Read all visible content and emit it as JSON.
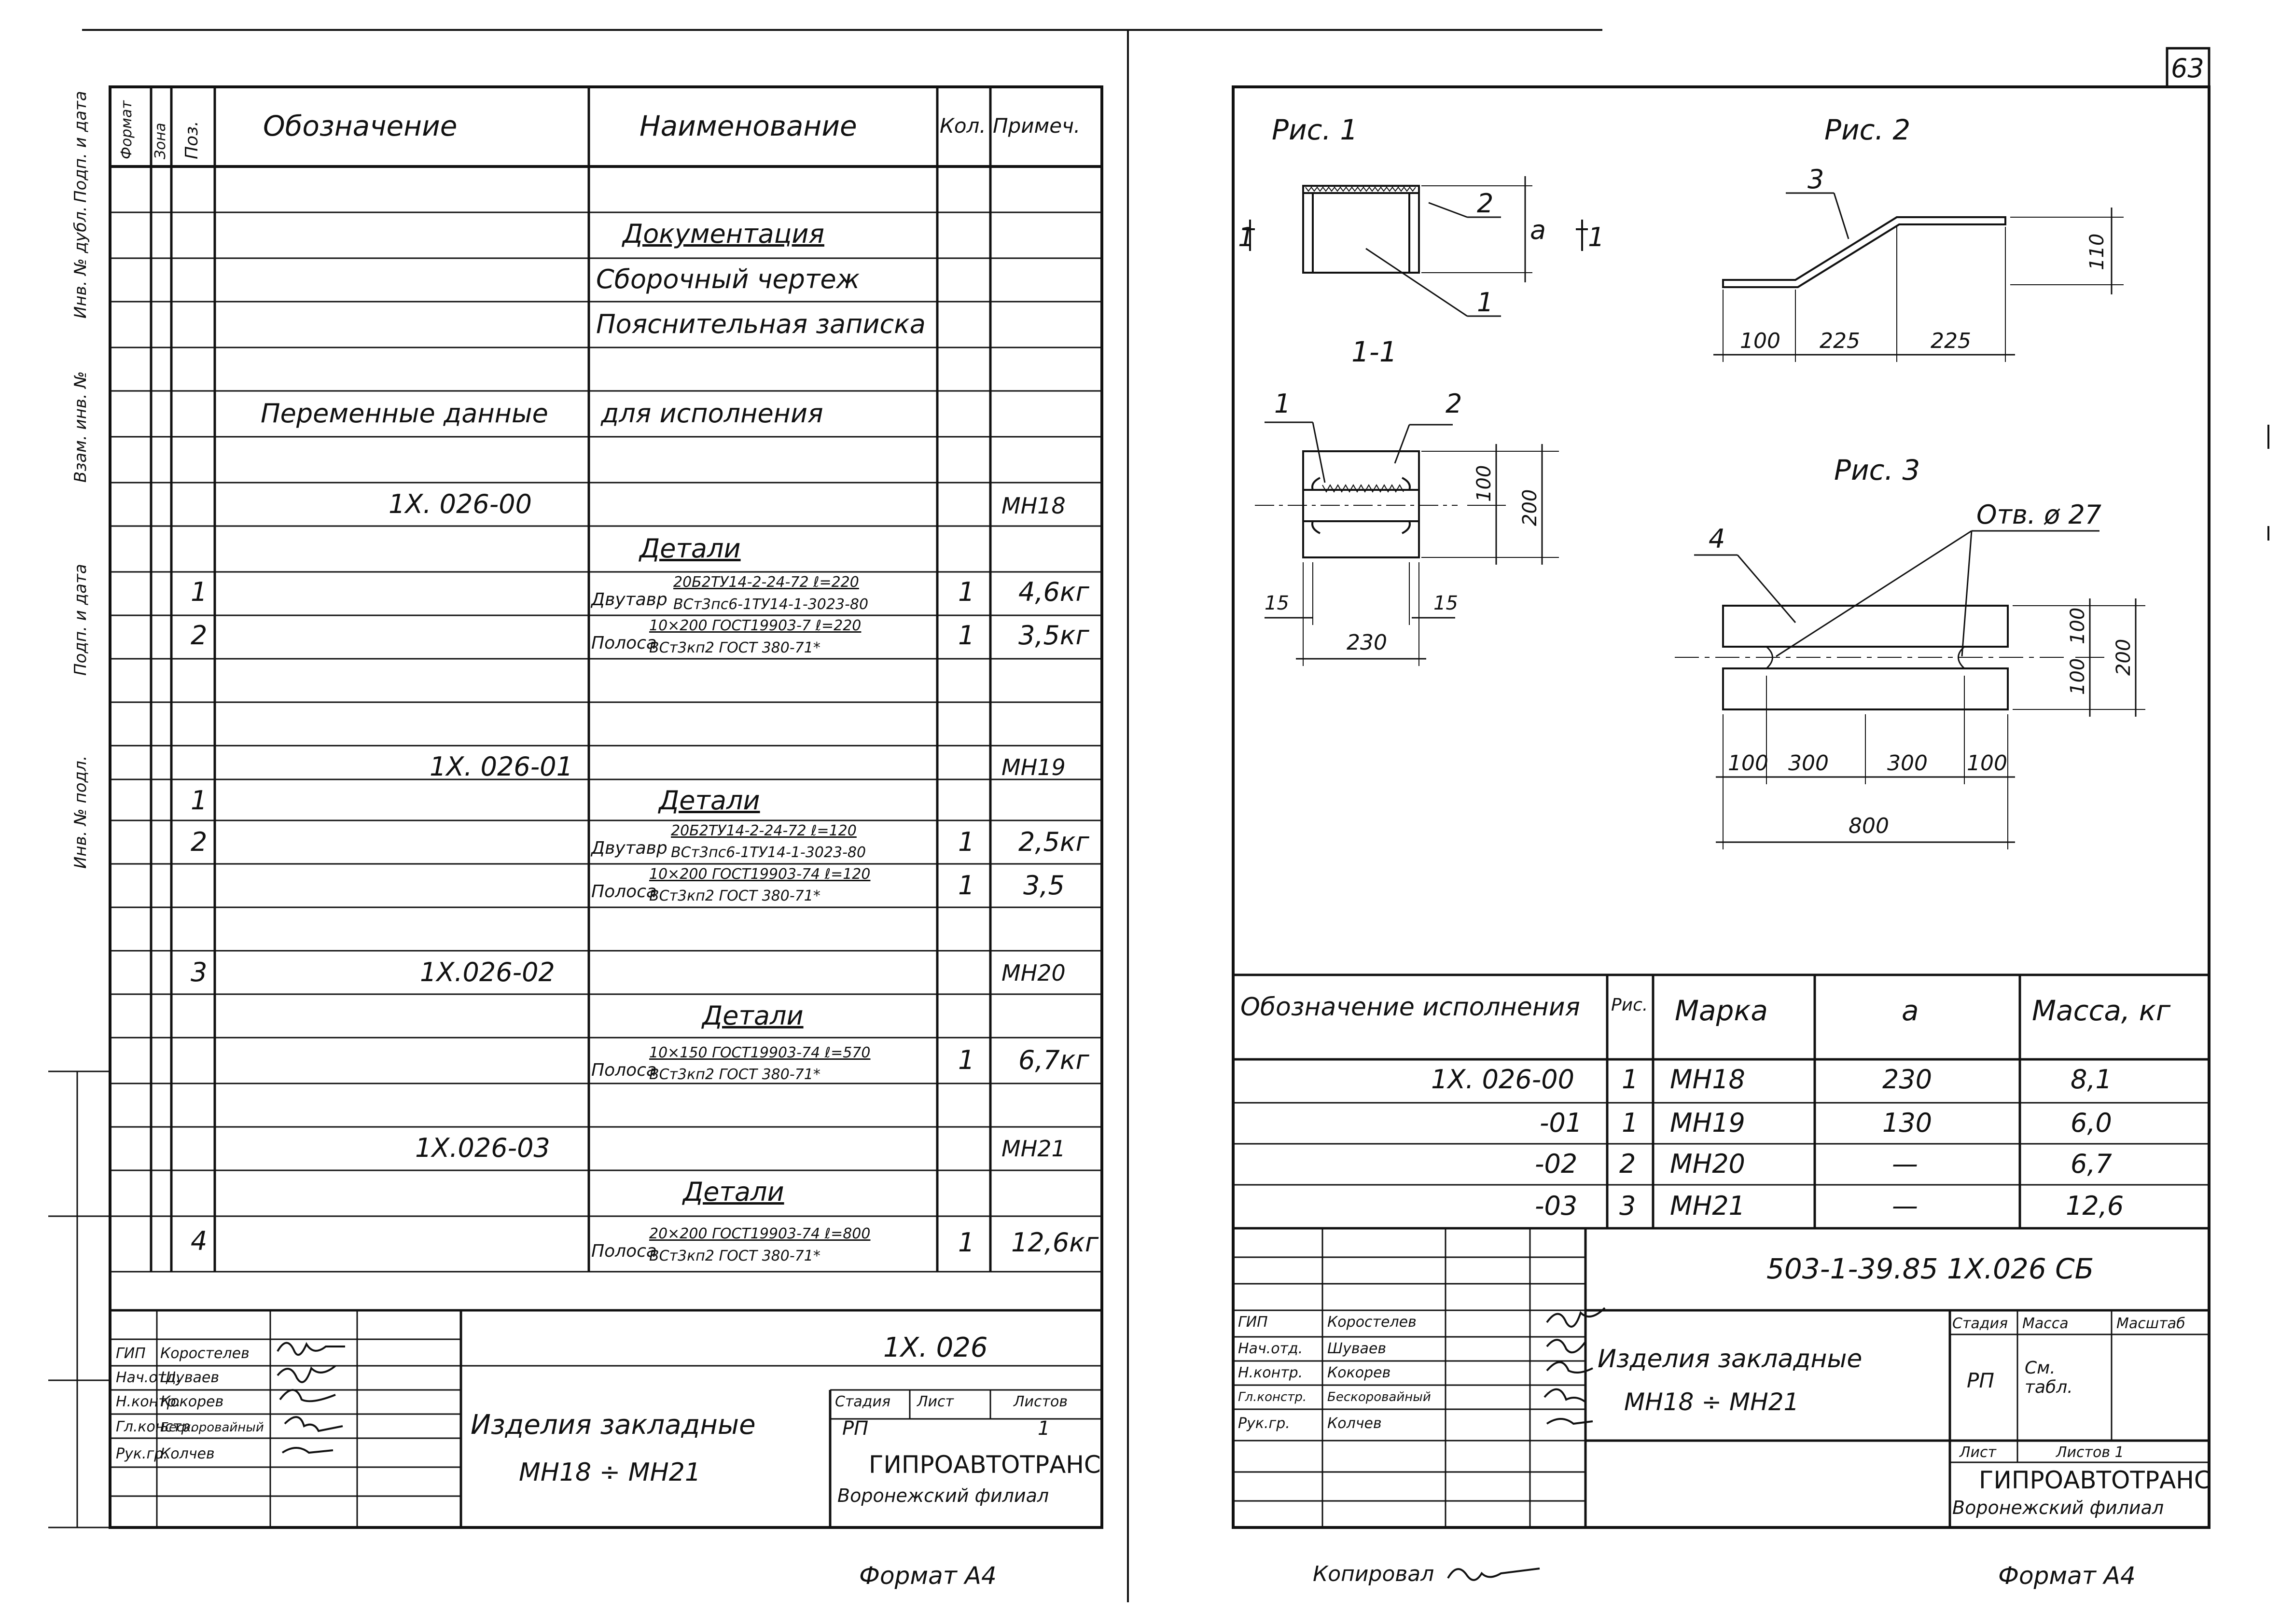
{
  "page_number": "63",
  "left_sheet": {
    "header": {
      "format": "Формат",
      "zone": "Зона",
      "pos": "Поз.",
      "designation": "Обозначение",
      "name": "Наименование",
      "qty": "Кол.",
      "note": "Примеч."
    },
    "rows": {
      "documentation": "Документация",
      "assembly_drawing": "Сборочный чертеж",
      "explanatory_note": "Пояснительная записка",
      "variable_data_left": "Переменные данные",
      "variable_data_right": "для исполнения",
      "v00_code": "1Х. 026-00",
      "v00_mark": "МН18",
      "v00_details": "Детали",
      "v00_p1_pos": "1",
      "v00_p1_type": "Двутавр",
      "v00_p1_top": "20Б2ТУ14-2-24-72 ℓ=220",
      "v00_p1_bottom": "ВСт3пс6-1ТУ14-1-3023-80",
      "v00_p1_qty": "1",
      "v00_p1_mass": "4,6кг",
      "v00_p2_pos": "2",
      "v00_p2_type": "Полоса",
      "v00_p2_top": "10×200 ГОСТ19903-7 ℓ=220",
      "v00_p2_bottom": "ВСт3кп2 ГОСТ 380-71*",
      "v00_p2_qty": "1",
      "v00_p2_mass": "3,5кг",
      "v01_code": "1Х. 026-01",
      "v01_mark": "МН19",
      "v01_p1_pos": "1",
      "v01_details": "Детали",
      "v01_p2_pos": "2",
      "v01_p1_type": "Двутавр",
      "v01_p1_top": "20Б2ТУ14-2-24-72 ℓ=120",
      "v01_p1_bottom": "ВСт3пс6-1ТУ14-1-3023-80",
      "v01_p1_qty": "1",
      "v01_p1_mass": "2,5кг",
      "v01_p2_type": "Полоса",
      "v01_p2_top": "10×200 ГОСТ19903-74 ℓ=120",
      "v01_p2_bottom": "ВСт3кп2 ГОСТ 380-71*",
      "v01_p2_qty": "1",
      "v01_p2_mass": "3,5",
      "v02_pos": "3",
      "v02_code": "1Х.026-02",
      "v02_mark": "МН20",
      "v02_details": "Детали",
      "v02_p1_type": "Полоса",
      "v02_p1_top": "10×150 ГОСТ19903-74 ℓ=570",
      "v02_p1_bottom": "ВСт3кп2 ГОСТ 380-71*",
      "v02_p1_qty": "1",
      "v02_p1_mass": "6,7кг",
      "v03_code": "1Х.026-03",
      "v03_mark": "МН21",
      "v03_details": "Детали",
      "v03_p1_pos": "4",
      "v03_p1_type": "Полоса",
      "v03_p1_top": "20×200 ГОСТ19903-74 ℓ=800",
      "v03_p1_bottom": "ВСт3кп2 ГОСТ 380-71*",
      "v03_p1_qty": "1",
      "v03_p1_mass": "12,6кг"
    },
    "title_block": {
      "doc_code": "1Х. 026",
      "roles": [
        "ГИП",
        "Нач.отд.",
        "Н.контр.",
        "Гл.констр.",
        "Рук.гр."
      ],
      "names": [
        "Коростелев",
        "Шуваев",
        "Кокорев",
        "Бескоровайный",
        "Колчев"
      ],
      "title_line1": "Изделия закладные",
      "title_line2": "МН18 ÷ МН21",
      "stage_label": "Стадия",
      "sheet_label": "Лист",
      "sheets_label": "Листов",
      "stage_value": "РП",
      "sheets_value": "1",
      "org_name": "ГИПРОАВТОТРАНС",
      "org_branch": "Воронежский филиал"
    },
    "format": "Формат А4",
    "margin_labels": [
      "Инв. № подл.",
      "Подп. и дата",
      "Взам. инв. №",
      "Инв. № дубл.",
      "Подп. и дата"
    ]
  },
  "right_sheet": {
    "fig1": {
      "title": "Рис. 1",
      "section_label": "1-1",
      "cut_left": "1",
      "cut_right": "1",
      "callout_1": "1",
      "callout_2": "2",
      "dim_a": "a",
      "sec_callout_1": "1",
      "sec_callout_2": "2",
      "dim_100": "100",
      "dim_200": "200",
      "dim_15_left": "15",
      "dim_15_right": "15",
      "dim_230": "230"
    },
    "fig2": {
      "title": "Рис. 2",
      "callout_3": "3",
      "dim_110": "110",
      "dim_100": "100",
      "dim_225a": "225",
      "dim_225b": "225"
    },
    "fig3": {
      "title": "Рис. 3",
      "callout_4": "4",
      "hole": "Отв. ø 27",
      "dim_100v": "100",
      "dim_100v2": "100",
      "dim_200": "200",
      "dim_100a": "100",
      "dim_300a": "300",
      "dim_300b": "300",
      "dim_100b": "100",
      "dim_800": "800"
    },
    "table": {
      "headers": [
        "Обозначение исполнения",
        "Рис.",
        "Марка",
        "a",
        "Масса, кг"
      ],
      "rows": [
        {
          "code": "1Х. 026-00",
          "fig": "1",
          "mark": "МН18",
          "a": "230",
          "mass": "8,1"
        },
        {
          "code": "-01",
          "fig": "1",
          "mark": "МН19",
          "a": "130",
          "mass": "6,0"
        },
        {
          "code": "-02",
          "fig": "2",
          "mark": "МН20",
          "a": "—",
          "mass": "6,7"
        },
        {
          "code": "-03",
          "fig": "3",
          "mark": "МН21",
          "a": "—",
          "mass": "12,6"
        }
      ]
    },
    "title_block": {
      "doc_code": "503-1-39.85   1Х.026  СБ",
      "roles": [
        "ГИП",
        "Нач.отд.",
        "Н.контр.",
        "Гл.констр.",
        "Рук.гр."
      ],
      "names": [
        "Коростелев",
        "Шуваев",
        "Кокорев",
        "Бескоровайный",
        "Колчев"
      ],
      "title_line1": "Изделия закладные",
      "title_line2": "МН18 ÷ МН21",
      "stage_label": "Стадия",
      "mass_label": "Масса",
      "scale_label": "Масштаб",
      "stage_value": "РП",
      "mass_value": "См. табл.",
      "sheet_label": "Лист",
      "sheets_label": "Листов 1",
      "org_name": "ГИПРОАВТОТРАНС",
      "org_branch": "Воронежский филиал"
    },
    "copied_by": "Копировал",
    "format": "Формат А4"
  }
}
